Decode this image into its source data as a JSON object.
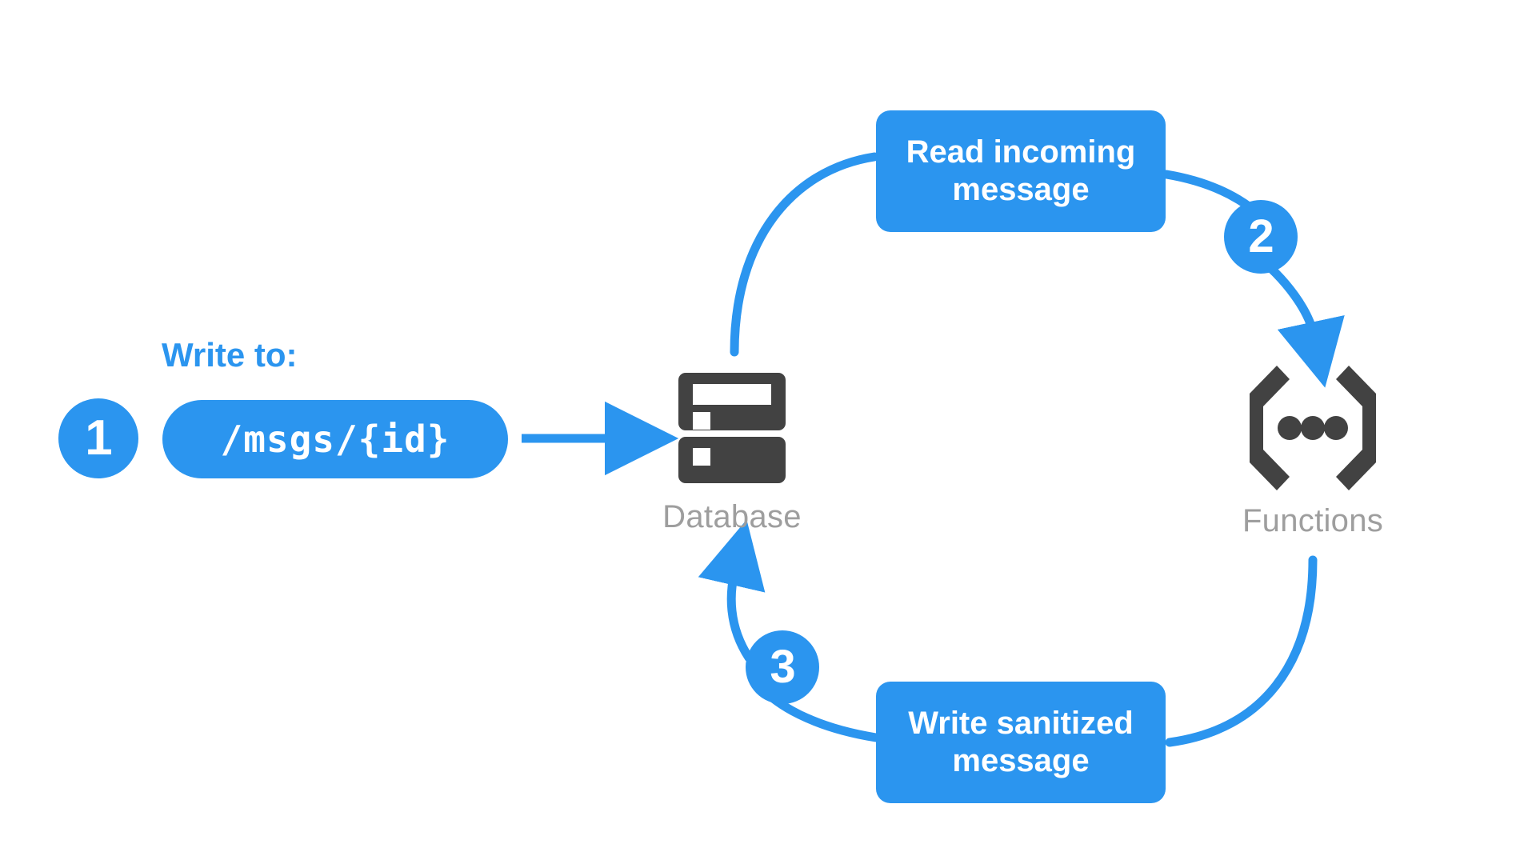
{
  "diagram": {
    "title": "Firebase Database and Functions message sanitization flow",
    "background": "#ffffff",
    "accent_blue": "#2b95ef",
    "icon_dark": "#424242",
    "label_gray": "#9e9e9e"
  },
  "write_to": {
    "label": "Write to:",
    "path_value": "/msgs/{id}"
  },
  "steps": [
    {
      "number": "1",
      "name": "write-to-database"
    },
    {
      "number": "2",
      "name": "read-to-functions"
    },
    {
      "number": "3",
      "name": "write-back-to-database"
    }
  ],
  "nodes": [
    {
      "id": "database",
      "label": "Database",
      "icon": "database-icon"
    },
    {
      "id": "functions",
      "label": "Functions",
      "icon": "functions-brackets-icon"
    }
  ],
  "actions": [
    {
      "id": "read-incoming",
      "line1": "Read incoming",
      "line2": "message"
    },
    {
      "id": "write-sanitized",
      "line1": "Write sanitized",
      "line2": "message"
    }
  ],
  "connectors": [
    {
      "id": "pill-to-database",
      "type": "straight-arrow",
      "direction": "right"
    },
    {
      "id": "database-to-read-box",
      "type": "curve",
      "direction": "up-right"
    },
    {
      "id": "read-box-to-functions",
      "type": "curve-arrow",
      "direction": "down"
    },
    {
      "id": "functions-to-write-box",
      "type": "curve",
      "direction": "down-left"
    },
    {
      "id": "write-box-to-database",
      "type": "curve-arrow",
      "direction": "up"
    }
  ]
}
